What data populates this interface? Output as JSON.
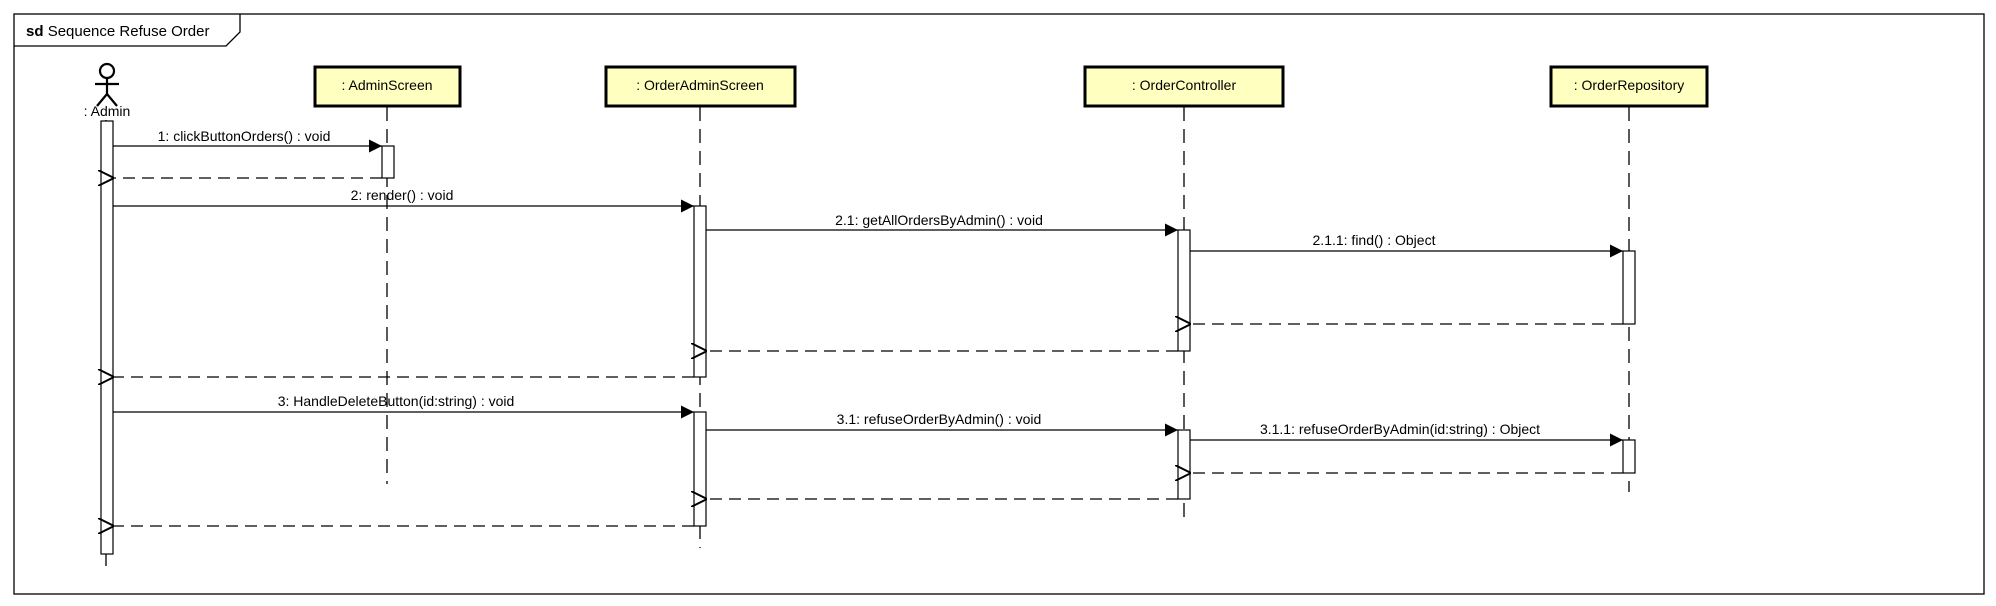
{
  "frame": {
    "keyword": "sd",
    "name": "Sequence Refuse Order"
  },
  "actor": {
    "label": ": Admin",
    "icon": "stick-figure-icon"
  },
  "participants": [
    {
      "id": "admin_screen",
      "label": ": AdminScreen"
    },
    {
      "id": "order_admin_screen",
      "label": ": OrderAdminScreen"
    },
    {
      "id": "order_controller",
      "label": ": OrderController"
    },
    {
      "id": "order_repository",
      "label": ": OrderRepository"
    }
  ],
  "messages": [
    {
      "label": "1: clickButtonOrders() : void",
      "from": "admin",
      "to": "admin_screen",
      "kind": "call"
    },
    {
      "label": "",
      "from": "admin_screen",
      "to": "admin",
      "kind": "return"
    },
    {
      "label": "2: render() : void",
      "from": "admin",
      "to": "order_admin_screen",
      "kind": "call"
    },
    {
      "label": "2.1: getAllOrdersByAdmin() : void",
      "from": "order_admin_screen",
      "to": "order_controller",
      "kind": "call"
    },
    {
      "label": "2.1.1: find() : Object",
      "from": "order_controller",
      "to": "order_repository",
      "kind": "call"
    },
    {
      "label": "",
      "from": "order_repository",
      "to": "order_controller",
      "kind": "return"
    },
    {
      "label": "",
      "from": "order_controller",
      "to": "order_admin_screen",
      "kind": "return"
    },
    {
      "label": "",
      "from": "order_admin_screen",
      "to": "admin",
      "kind": "return"
    },
    {
      "label": "3: HandleDeleteButton(id:string) : void",
      "from": "admin",
      "to": "order_admin_screen",
      "kind": "call"
    },
    {
      "label": "3.1: refuseOrderByAdmin() : void",
      "from": "order_admin_screen",
      "to": "order_controller",
      "kind": "call"
    },
    {
      "label": "3.1.1: refuseOrderByAdmin(id:string) : Object",
      "from": "order_controller",
      "to": "order_repository",
      "kind": "call"
    },
    {
      "label": "",
      "from": "order_repository",
      "to": "order_controller",
      "kind": "return"
    },
    {
      "label": "",
      "from": "order_controller",
      "to": "order_admin_screen",
      "kind": "return"
    },
    {
      "label": "",
      "from": "order_admin_screen",
      "to": "admin",
      "kind": "return"
    }
  ]
}
